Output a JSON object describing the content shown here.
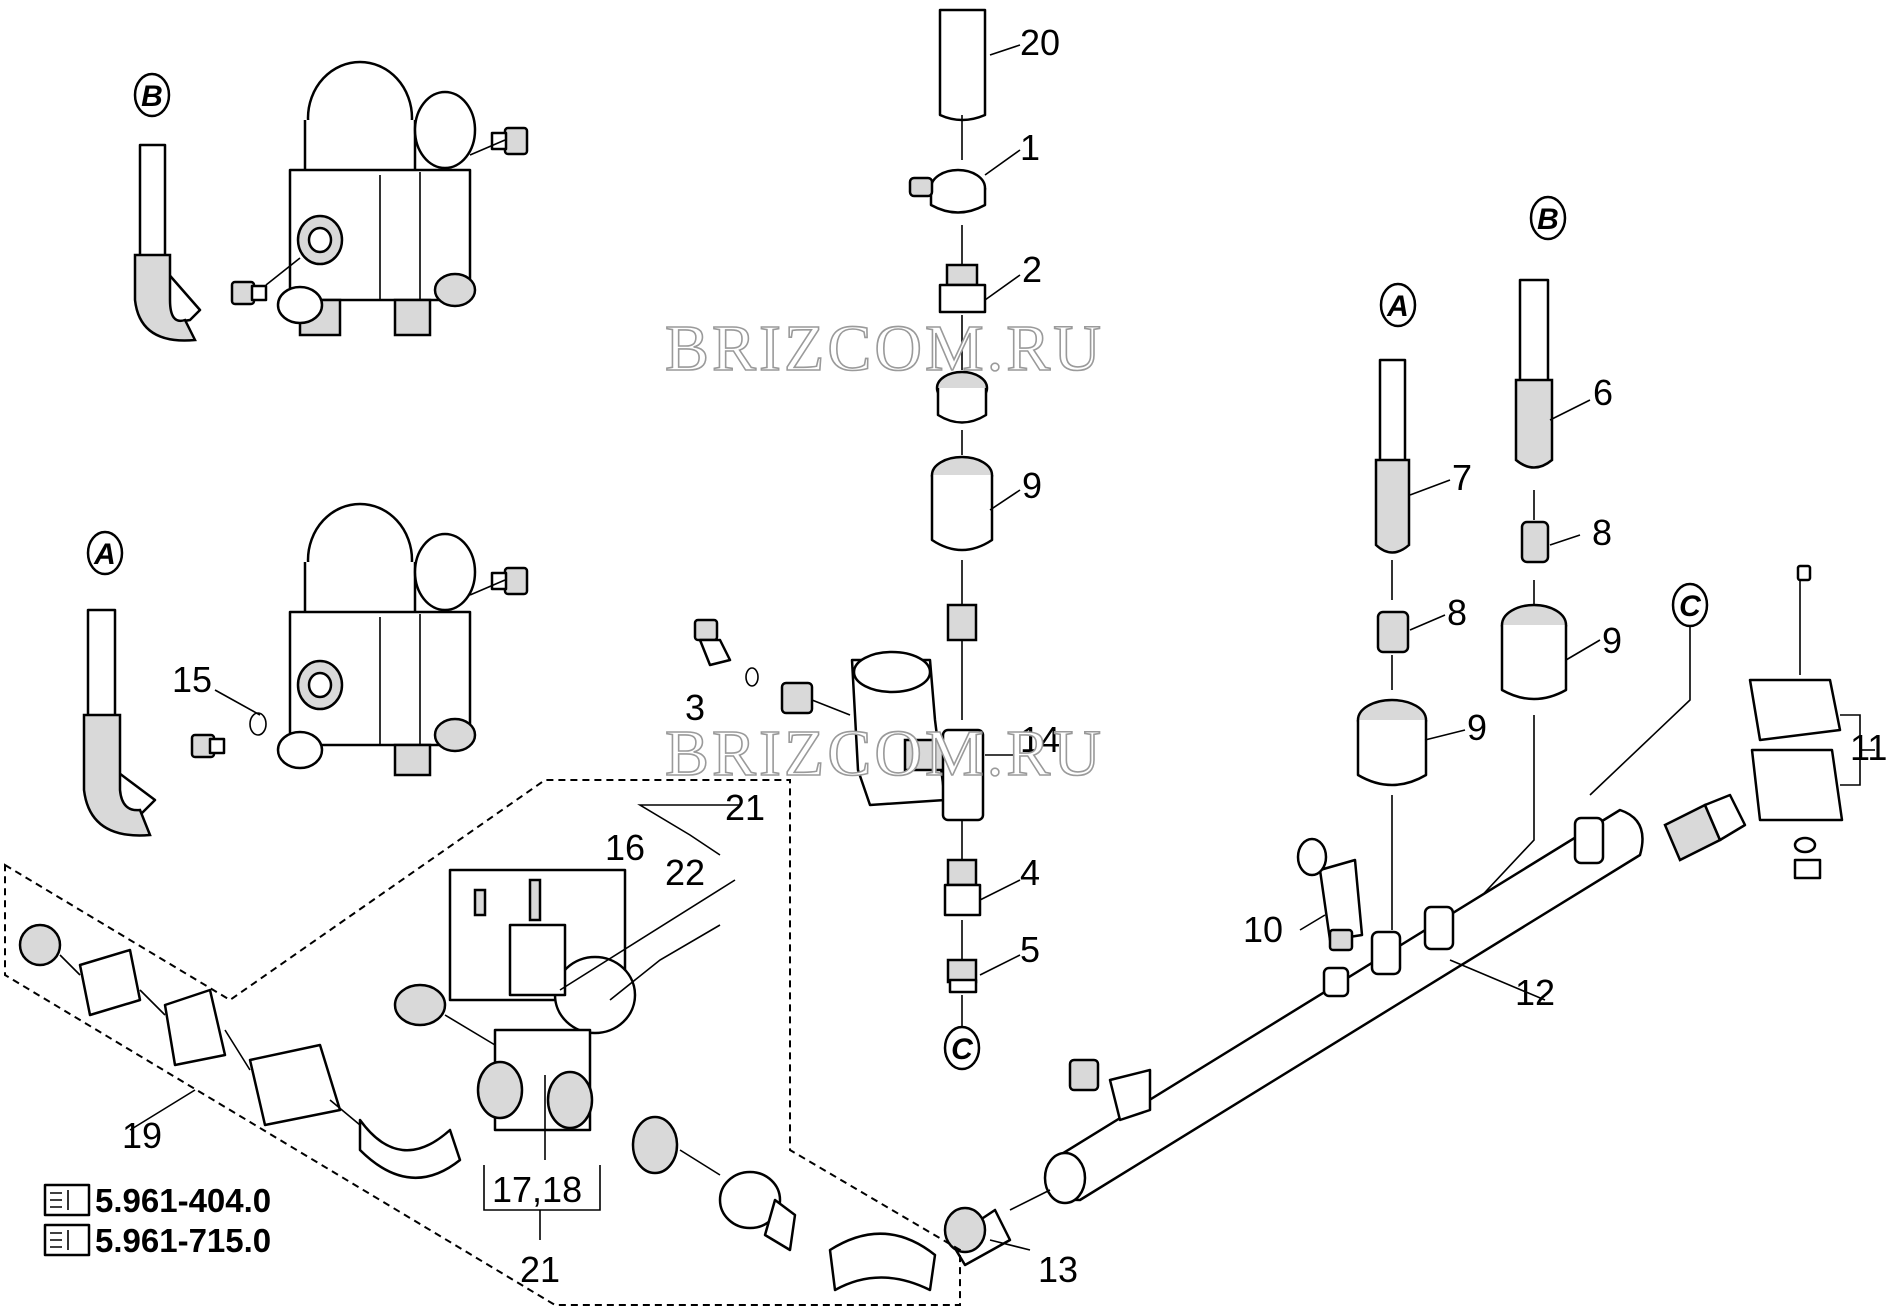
{
  "watermark": "BRIZCOM.RU",
  "callouts": {
    "a": "A",
    "b": "B",
    "c": "C"
  },
  "labels": {
    "p1": "1",
    "p2": "2",
    "p3": "3",
    "p4": "4",
    "p5": "5",
    "p6": "6",
    "p7": "7",
    "p8a": "8",
    "p8b": "8",
    "p9a": "9",
    "p9b": "9",
    "p9c": "9",
    "p10": "10",
    "p11": "11",
    "p12": "12",
    "p13": "13",
    "p14": "14",
    "p15": "15",
    "p16": "16",
    "p19": "19",
    "p20": "20",
    "p21a": "21",
    "p21b": "21",
    "p22": "22",
    "p1718": "17,18"
  },
  "references": [
    {
      "number": "5.961-404.0",
      "icon": "document-icon"
    },
    {
      "number": "5.961-715.0",
      "icon": "document-icon"
    }
  ]
}
